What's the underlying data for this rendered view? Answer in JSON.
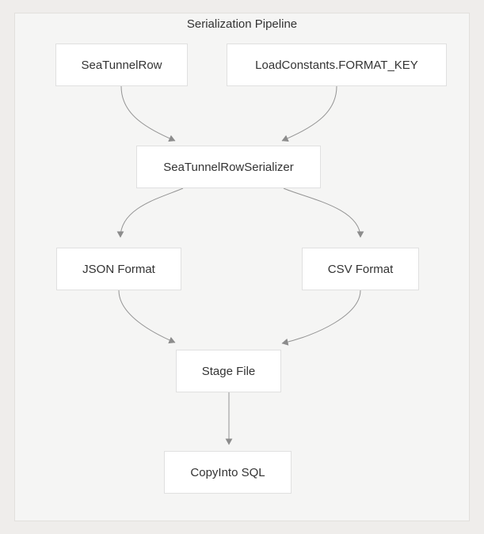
{
  "diagram": {
    "title": "Serialization Pipeline",
    "nodes": [
      {
        "id": "seatunnel-row",
        "label": "SeaTunnelRow"
      },
      {
        "id": "load-constants-format-key",
        "label": "LoadConstants.FORMAT_KEY"
      },
      {
        "id": "seatunnel-row-serializer",
        "label": "SeaTunnelRowSerializer"
      },
      {
        "id": "json-format",
        "label": "JSON Format"
      },
      {
        "id": "csv-format",
        "label": "CSV Format"
      },
      {
        "id": "stage-file",
        "label": "Stage File"
      },
      {
        "id": "copyinto-sql",
        "label": "CopyInto SQL"
      }
    ],
    "edges": [
      {
        "from": "SeaTunnelRow",
        "to": "SeaTunnelRowSerializer"
      },
      {
        "from": "LoadConstants.FORMAT_KEY",
        "to": "SeaTunnelRowSerializer"
      },
      {
        "from": "SeaTunnelRowSerializer",
        "to": "JSON Format"
      },
      {
        "from": "SeaTunnelRowSerializer",
        "to": "CSV Format"
      },
      {
        "from": "JSON Format",
        "to": "Stage File"
      },
      {
        "from": "CSV Format",
        "to": "Stage File"
      },
      {
        "from": "Stage File",
        "to": "CopyInto SQL"
      }
    ],
    "colors": {
      "page_background": "#efedeb",
      "frame_background": "#f5f5f4",
      "frame_border": "#e2e0dd",
      "node_background": "#ffffff",
      "node_border": "#e0e0e0",
      "edge_stroke": "#949494",
      "text": "#333333"
    }
  }
}
